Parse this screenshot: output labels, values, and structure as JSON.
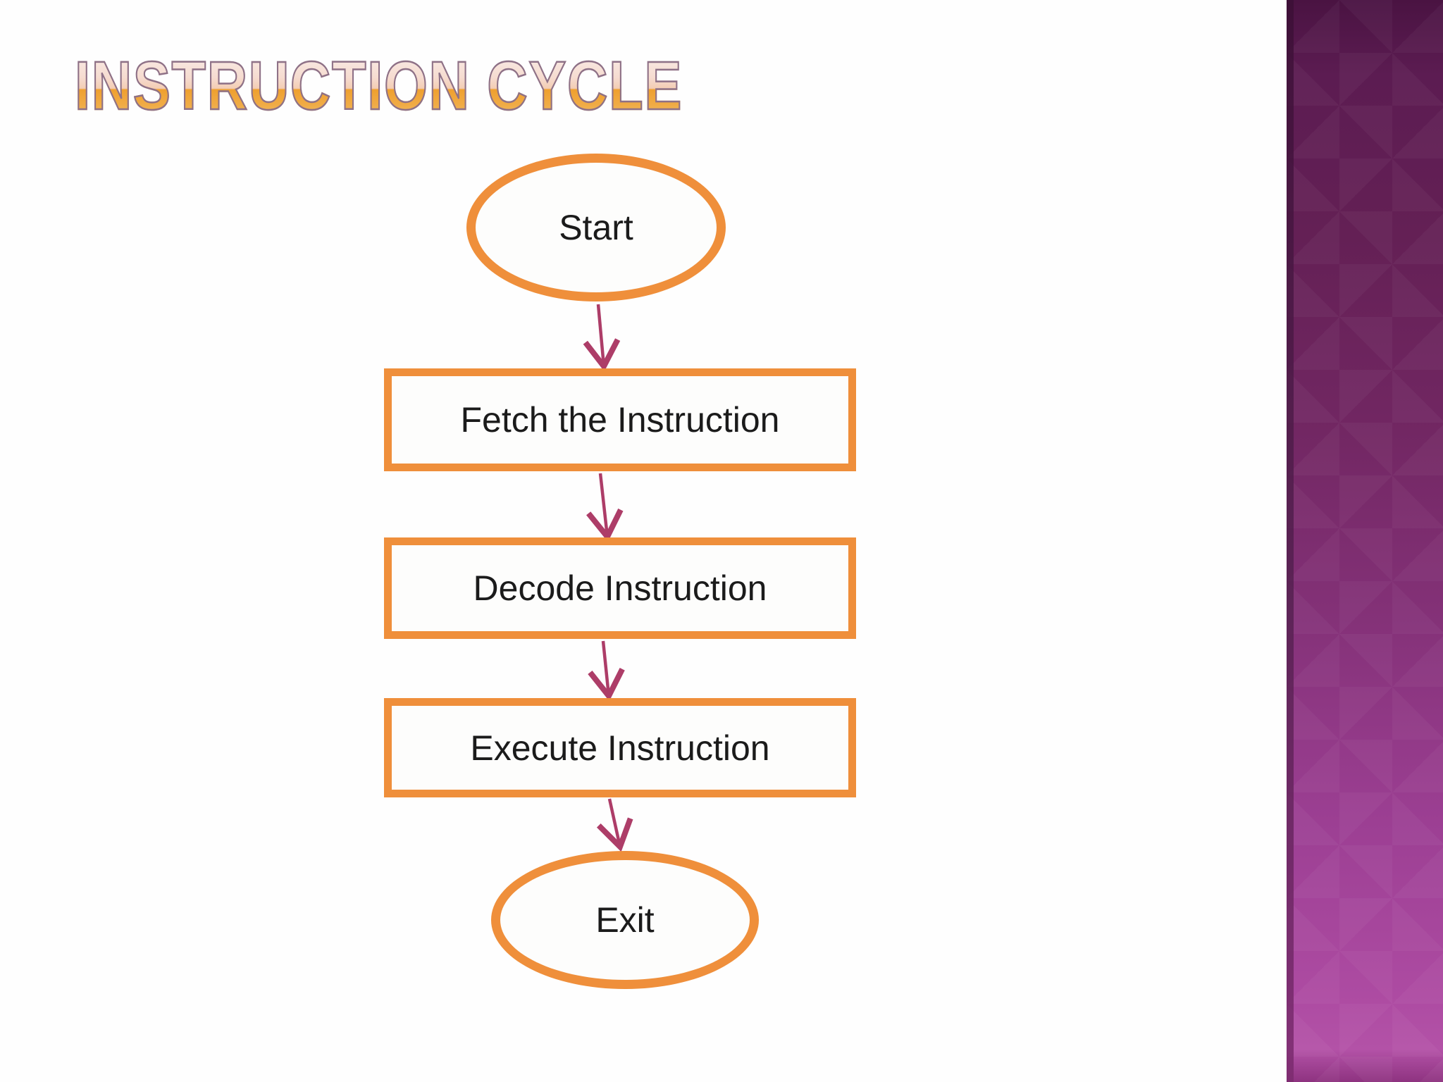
{
  "slide": {
    "title": "INSTRUCTION CYCLE"
  },
  "diagram": {
    "type": "flowchart",
    "direction": "top-to-bottom",
    "nodes": [
      {
        "id": "start",
        "shape": "ellipse",
        "label": "Start"
      },
      {
        "id": "fetch",
        "shape": "rectangle",
        "label": "Fetch the Instruction"
      },
      {
        "id": "decode",
        "shape": "rectangle",
        "label": "Decode Instruction"
      },
      {
        "id": "execute",
        "shape": "rectangle",
        "label": "Execute Instruction"
      },
      {
        "id": "exit",
        "shape": "ellipse",
        "label": "Exit"
      }
    ],
    "edges": [
      {
        "from": "start",
        "to": "fetch"
      },
      {
        "from": "fetch",
        "to": "decode"
      },
      {
        "from": "decode",
        "to": "execute"
      },
      {
        "from": "execute",
        "to": "exit"
      }
    ]
  },
  "colors": {
    "background": "#fefefe",
    "shape_border_orange": "#ef8f3b",
    "node_text": "#1b1b1b",
    "arrow_raspberry": "#ad3d68",
    "title_gradient_top": "#f9ece8",
    "title_gradient_mid": "#f3cdb4",
    "title_gradient_orange": "#efa02f",
    "title_gradient_bottom": "#f2c06c",
    "title_outline": "#8e7187",
    "sidebar_gradient_top": "#4a1342",
    "sidebar_gradient_bottom": "#b352a7"
  }
}
